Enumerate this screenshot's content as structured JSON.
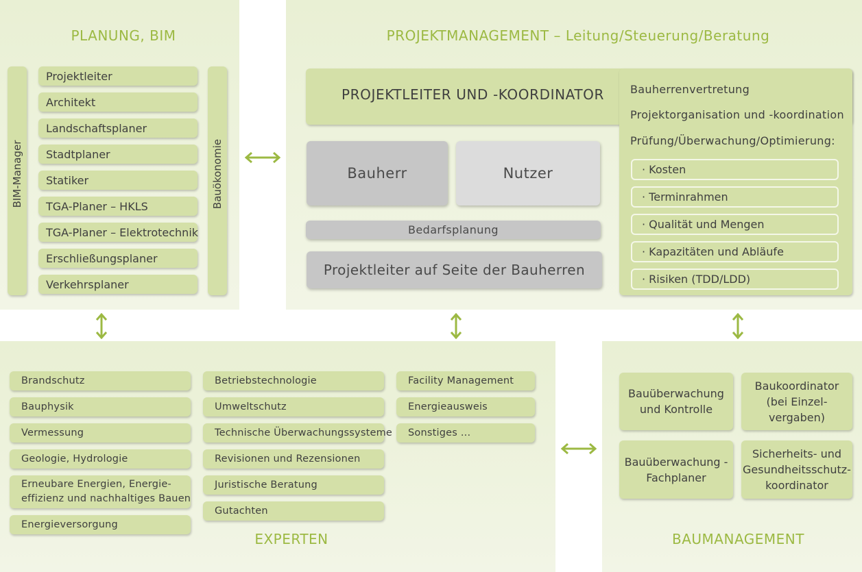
{
  "colors": {
    "accent": "#9cb943",
    "panel": "#eef3dc",
    "box": "#d4e0a8",
    "grey_dark": "#c5c5c5",
    "grey_light": "#dadada"
  },
  "planung": {
    "title": "PLANUNG, BIM",
    "left_label": "BIM-Manager",
    "right_label": "Bauökonomie",
    "items": [
      "Projektleiter",
      "Architekt",
      "Landschaftsplaner",
      "Stadtplaner",
      "Statiker",
      "TGA-Planer – HKLS",
      "TGA-Planer – Elektrotechnik",
      "Erschließungsplaner",
      "Verkehrsplaner"
    ]
  },
  "projektmanagement": {
    "title": "PROJEKTMANAGEMENT – Leitung/Steuerung/Beratung",
    "header": "PROJEKTLEITER UND -KOORDINATOR",
    "bauherr": "Bauherr",
    "nutzer": "Nutzer",
    "bedarfsplanung": "Bedarfsplanung",
    "projektleiter_bauherr": "Projektleiter auf Seite der Bauherren",
    "right_texts": [
      "Bauherrenvertretung",
      "Projektorganisation und -koordination",
      "Prüfung/Überwachung/Optimierung:"
    ],
    "checks": [
      "· Kosten",
      "· Terminrahmen",
      "· Qualität und Mengen",
      "· Kapazitäten und Abläufe",
      "· Risiken (TDD/LDD)"
    ]
  },
  "experten": {
    "title": "EXPERTEN",
    "col1": [
      "Brandschutz",
      "Bauphysik",
      "Vermessung",
      "Geologie, Hydrologie",
      "Erneubare Energien, Energie-",
      "effizienz und nachhaltiges Bauen",
      "Energieversorgung"
    ],
    "col2": [
      "Betriebstechnologie",
      "Umweltschutz",
      "Technische Überwachungssysteme",
      "Revisionen und Rezensionen",
      "Juristische Beratung",
      "Gutachten"
    ],
    "col3": [
      "Facility Management",
      "Energieausweis",
      "Sonstiges ..."
    ]
  },
  "baumanagement": {
    "title": "BAUMANAGEMENT",
    "boxes": [
      [
        "Bauüberwachung",
        "und Kontrolle"
      ],
      [
        "Baukoordinator",
        "(bei Einzel-",
        "vergaben)"
      ],
      [
        "Bauüberwachung -",
        "Fachplaner"
      ],
      [
        "Sicherheits- und",
        "Gesundheitsschutz-",
        "koordinator"
      ]
    ]
  },
  "arrows": [
    "horizontal-top",
    "vertical-left",
    "vertical-center",
    "vertical-right",
    "horizontal-bottom"
  ]
}
